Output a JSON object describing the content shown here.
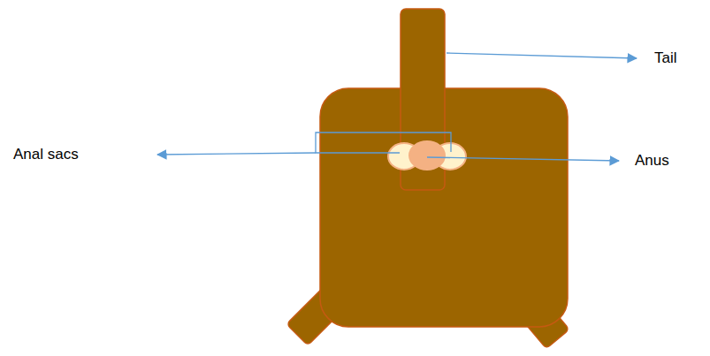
{
  "diagram": {
    "labels": [
      "Tail",
      "Anal sacs",
      "Anus"
    ]
  }
}
